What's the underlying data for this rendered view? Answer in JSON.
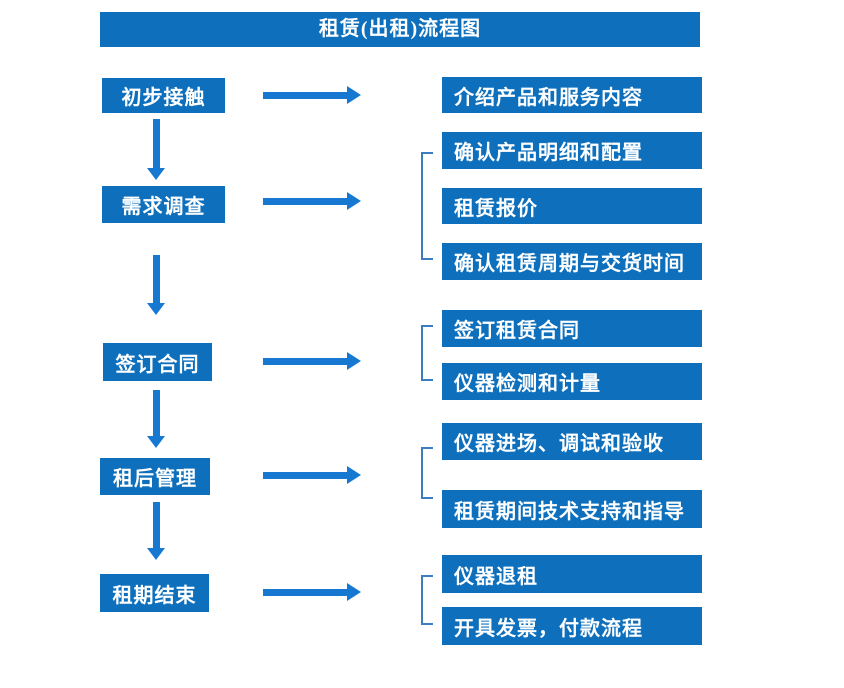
{
  "title": "租赁(出租)流程图",
  "colors": {
    "background": "#FFFFFF",
    "box": "#0E70BD",
    "arrow": "#1778D2",
    "bracket": "#3A7DC0",
    "text": "#FFFFFF"
  },
  "groups": [
    {
      "step": "初步接触",
      "details": [
        "介绍产品和服务内容"
      ]
    },
    {
      "step": "需求调查",
      "details": [
        "确认产品明细和配置",
        "租赁报价",
        "确认租赁周期与交货时间"
      ]
    },
    {
      "step": "签订合同",
      "details": [
        "签订租赁合同",
        "仪器检测和计量"
      ]
    },
    {
      "step": "租后管理",
      "details": [
        "仪器进场、调试和验收",
        "租赁期间技术支持和指导"
      ]
    },
    {
      "step": "租期结束",
      "details": [
        "仪器退租",
        "开具发票，付款流程"
      ]
    }
  ]
}
